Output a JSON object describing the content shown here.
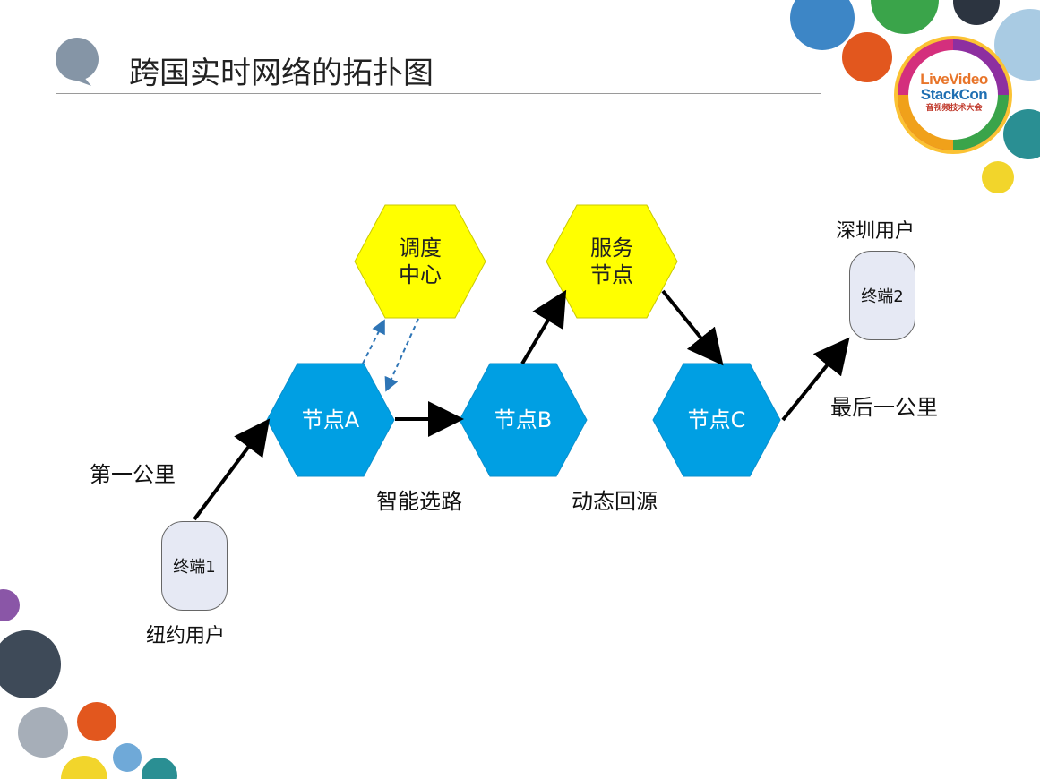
{
  "title": "跨国实时网络的拓扑图",
  "logo": {
    "line1": "LiveVideo",
    "line2": "StackCon",
    "line3": "音视频技术大会"
  },
  "nodes": {
    "dispatch": "调度\n中心",
    "service": "服务\n节点",
    "node_a": "节点A",
    "node_b": "节点B",
    "node_c": "节点C"
  },
  "terminals": {
    "t1": {
      "label": "终端1",
      "caption": "纽约用户"
    },
    "t2": {
      "label": "终端2",
      "caption": "深圳用户"
    }
  },
  "edge_labels": {
    "first_mile": "第一公里",
    "smart_routing": "智能选路",
    "dynamic_origin": "动态回源",
    "last_mile": "最后一公里"
  },
  "colors": {
    "yellow_node": "#ffff00",
    "blue_node": "#009fe3",
    "terminal_fill": "#e6e9f4",
    "dashed_arrow": "#2e75b6"
  }
}
